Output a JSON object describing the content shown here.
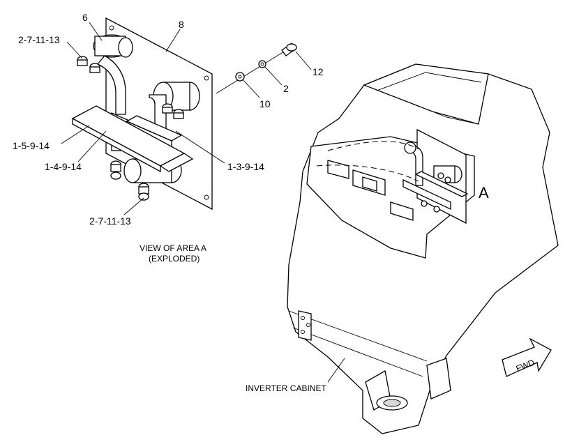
{
  "callouts": {
    "c6": "6",
    "c8": "8",
    "c12": "12",
    "c2": "2",
    "c10": "10",
    "c2_7_11_13_top": "2-7-11-13",
    "c1_5_9_14": "1-5-9-14",
    "c1_4_9_14": "1-4-9-14",
    "c1_3_9_14": "1-3-9-14",
    "c2_7_11_13_bottom": "2-7-11-13",
    "area_a": "A"
  },
  "captions": {
    "view_line1": "VIEW OF AREA A",
    "view_line2": "(EXPLODED)",
    "inverter": "INVERTER CABINET",
    "fwd": "FWD"
  }
}
